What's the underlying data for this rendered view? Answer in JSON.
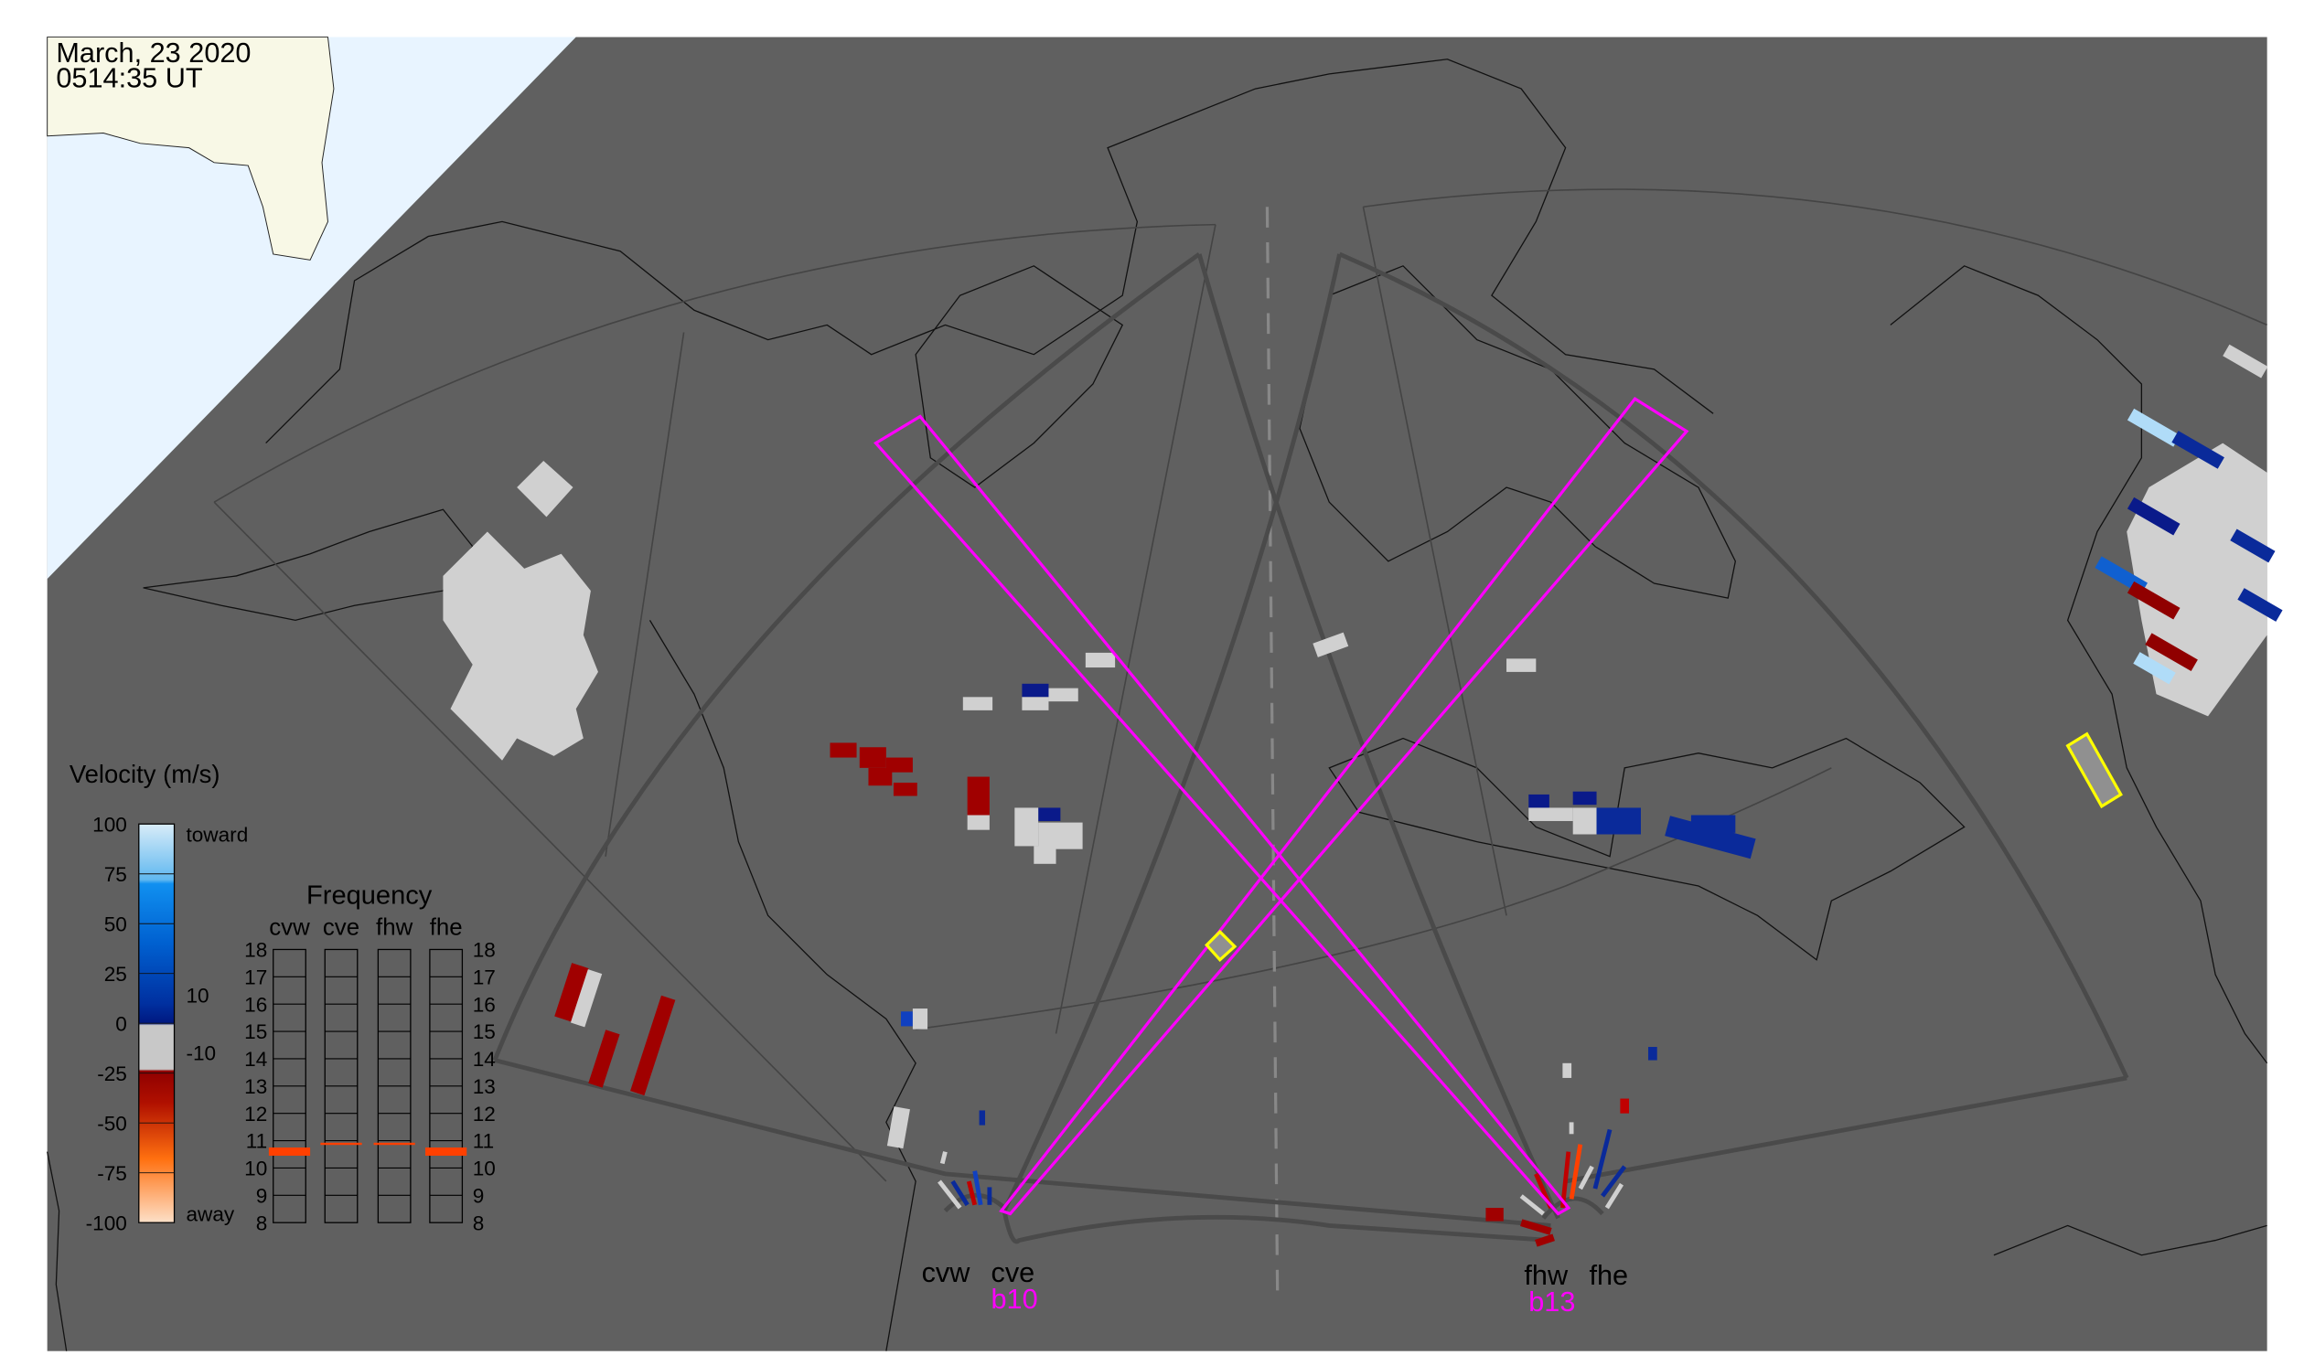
{
  "header": {
    "date": "March, 23 2020",
    "time": "0514:35 UT"
  },
  "legend": {
    "title": "Velocity (m/s)",
    "ticks": [
      "100",
      "75",
      "50",
      "25",
      "0",
      "-25",
      "-50",
      "-75",
      "-100"
    ],
    "toward_label": "toward",
    "away_label": "away",
    "upper_threshold": "10",
    "lower_threshold": "-10"
  },
  "frequency": {
    "title": "Frequency",
    "radars": [
      "cvw",
      "cve",
      "fhw",
      "fhe"
    ],
    "ticks": [
      "18",
      "17",
      "16",
      "15",
      "14",
      "13",
      "12",
      "11",
      "10",
      "9",
      "8"
    ],
    "range_mhz": [
      8,
      18
    ],
    "values_mhz": [
      10.6,
      10.9,
      10.9,
      10.6
    ],
    "band_widths": [
      0.3,
      0.05,
      0.05,
      0.3
    ],
    "color": "#ff4000"
  },
  "radars": {
    "cvw": "cvw",
    "cve": "cve",
    "fhw": "fhw",
    "fhe": "fhe",
    "beam_cve": "b10",
    "beam_fhw": "b13"
  },
  "colors": {
    "background": "#606060",
    "beam": "#ff00ff",
    "highlight": "#ffff00",
    "ground_scatter": "#d0d0d0"
  }
}
